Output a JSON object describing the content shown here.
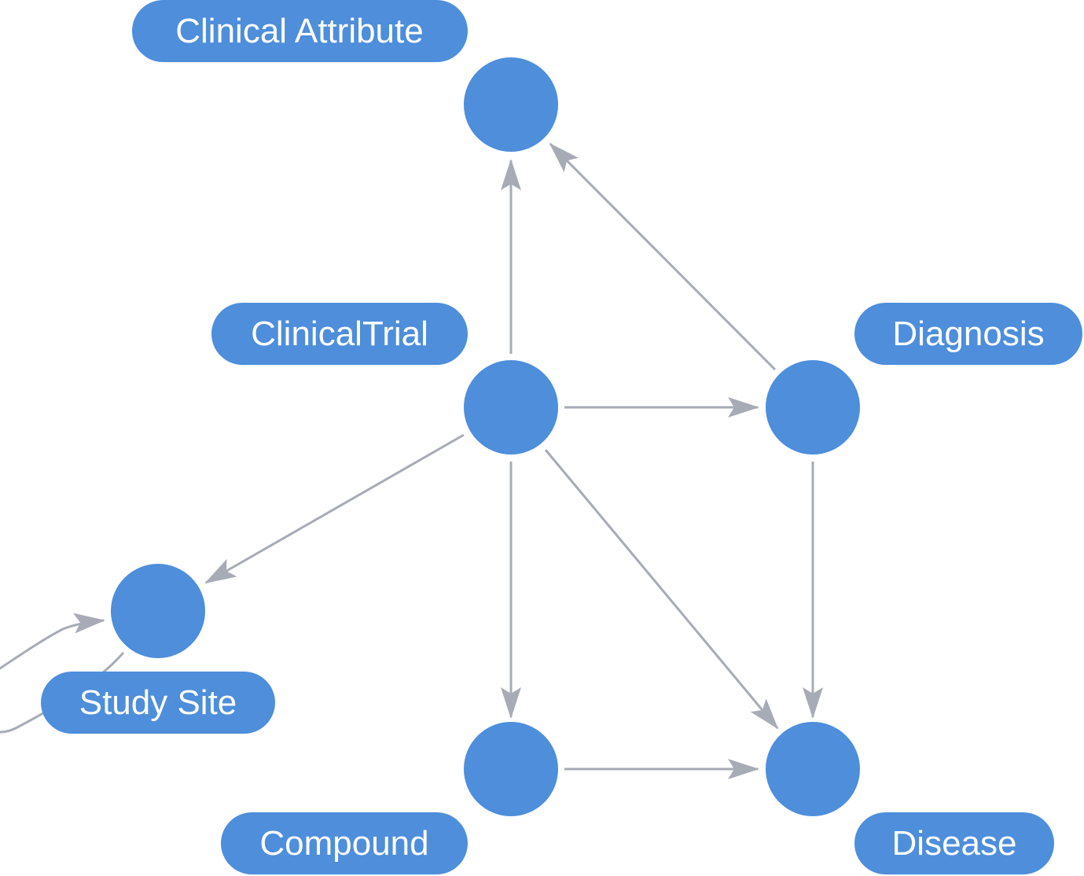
{
  "colors": {
    "node_fill": "#4E8EDB",
    "label_fill": "#4E8EDB",
    "label_text": "#FFFFFF",
    "edge": "#A7ABB6",
    "background": "#FFFFFF"
  },
  "nodes": [
    {
      "id": "clinical_attribute",
      "label": "Clinical Attribute"
    },
    {
      "id": "clinical_trial",
      "label": "ClinicalTrial"
    },
    {
      "id": "diagnosis",
      "label": "Diagnosis"
    },
    {
      "id": "study_site",
      "label": "Study Site"
    },
    {
      "id": "compound",
      "label": "Compound"
    },
    {
      "id": "disease",
      "label": "Disease"
    }
  ],
  "edges": [
    {
      "from": "clinical_trial",
      "to": "clinical_attribute"
    },
    {
      "from": "diagnosis",
      "to": "clinical_attribute"
    },
    {
      "from": "clinical_trial",
      "to": "diagnosis"
    },
    {
      "from": "clinical_trial",
      "to": "study_site"
    },
    {
      "from": "clinical_trial",
      "to": "compound"
    },
    {
      "from": "clinical_trial",
      "to": "disease"
    },
    {
      "from": "diagnosis",
      "to": "disease"
    },
    {
      "from": "compound",
      "to": "disease"
    },
    {
      "from": "study_site",
      "to": "study_site"
    }
  ]
}
